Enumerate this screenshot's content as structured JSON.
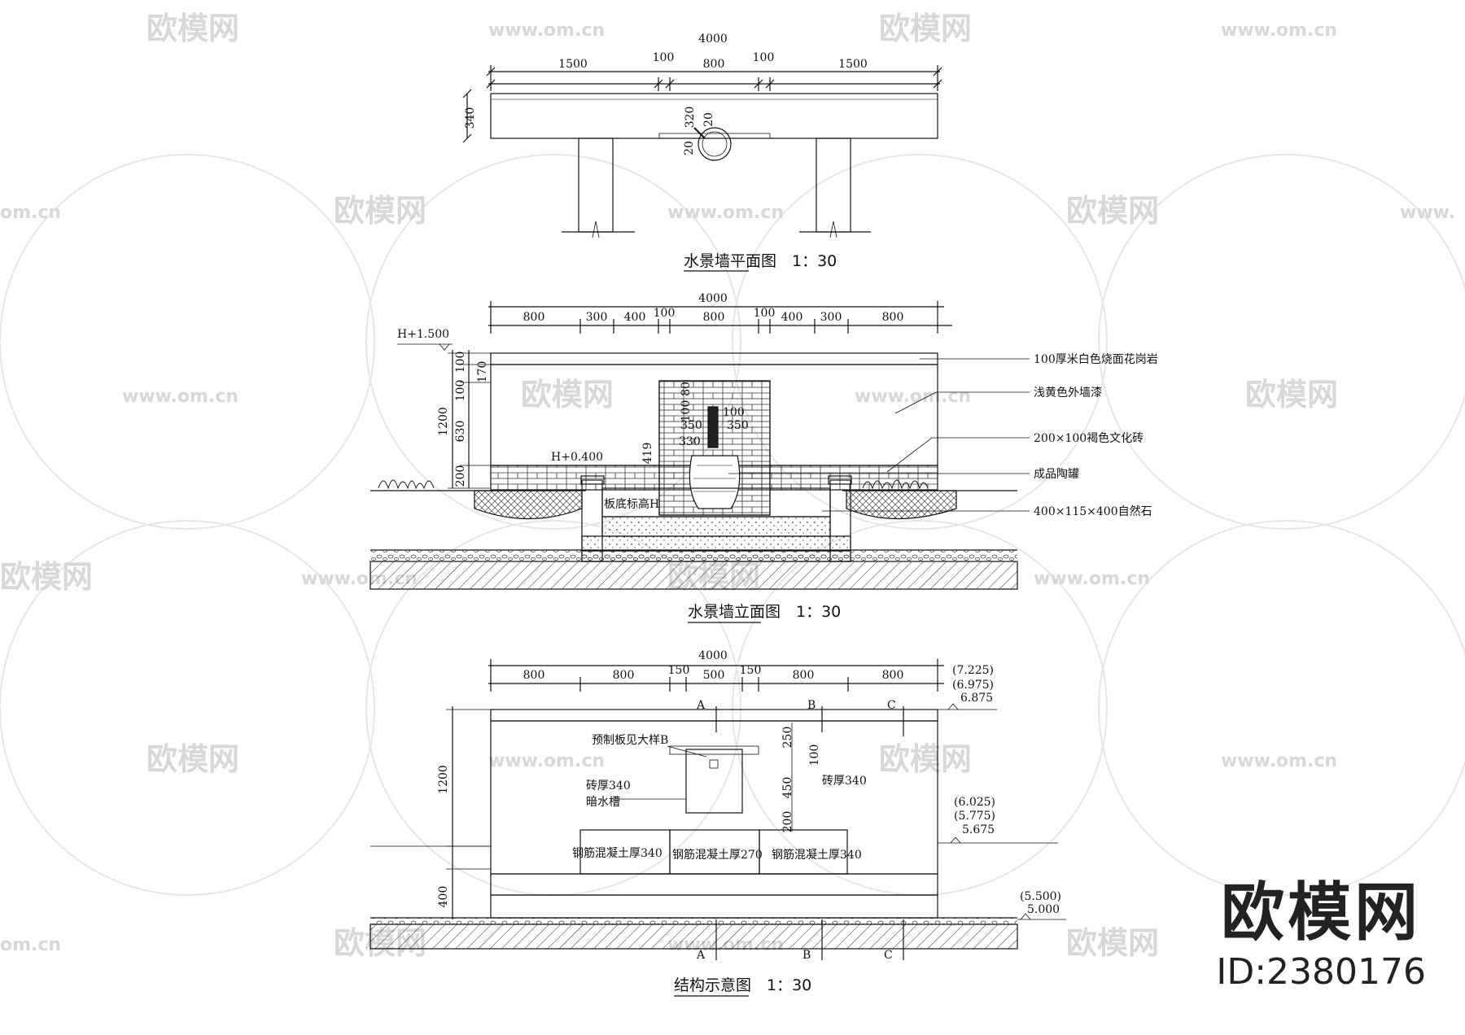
{
  "watermarks": {
    "logo_text": "欧模网",
    "url_text": "www.om.cn",
    "url_partial": "om.cn",
    "url_partial2": "www."
  },
  "brand": {
    "logo": "欧模网",
    "id": "ID:2380176"
  },
  "plan": {
    "title": "水景墙平面图　1：30",
    "total": "4000",
    "segments": [
      "1500",
      "100",
      "800",
      "100",
      "1500"
    ],
    "depth": "340",
    "inner": [
      "320",
      "20",
      "20"
    ]
  },
  "elevation": {
    "title": "水景墙立面图　1：30",
    "total": "4000",
    "segments": [
      "800",
      "300",
      "400",
      "100",
      "800",
      "100",
      "400",
      "300",
      "800"
    ],
    "level_top": "H+1.500",
    "level_pool": "H+0.400",
    "pool_bottom": "板底标高H",
    "left_dims": [
      "1200",
      "100",
      "100",
      "170",
      "630",
      "200"
    ],
    "inner_dims": [
      "80",
      "100",
      "100",
      "350",
      "350",
      "330",
      "419"
    ],
    "notes": [
      "100厚米白色烧面花岗岩",
      "浅黄色外墙漆",
      "200×100褐色文化砖",
      "成品陶罐",
      "400×115×400自然石"
    ]
  },
  "structure": {
    "title": "结构示意图　1：30",
    "total": "4000",
    "segments": [
      "800",
      "800",
      "150",
      "500",
      "150",
      "800",
      "800"
    ],
    "axes": [
      "A",
      "B",
      "C"
    ],
    "levels_top": [
      "(7.225)",
      "(6.975)",
      "6.875"
    ],
    "levels_mid": [
      "(6.025)",
      "(5.775)",
      "5.675"
    ],
    "levels_bottom": [
      "(5.500)",
      "5.000"
    ],
    "left_dims": [
      "1200",
      "400"
    ],
    "inner_dims": [
      "250",
      "100",
      "450",
      "200"
    ],
    "labels": [
      "预制板见大样B",
      "砖厚340",
      "暗水槽",
      "砖厚340",
      "钢筋混凝土厚340",
      "钢筋混凝土厚270",
      "钢筋混凝土厚340"
    ]
  }
}
